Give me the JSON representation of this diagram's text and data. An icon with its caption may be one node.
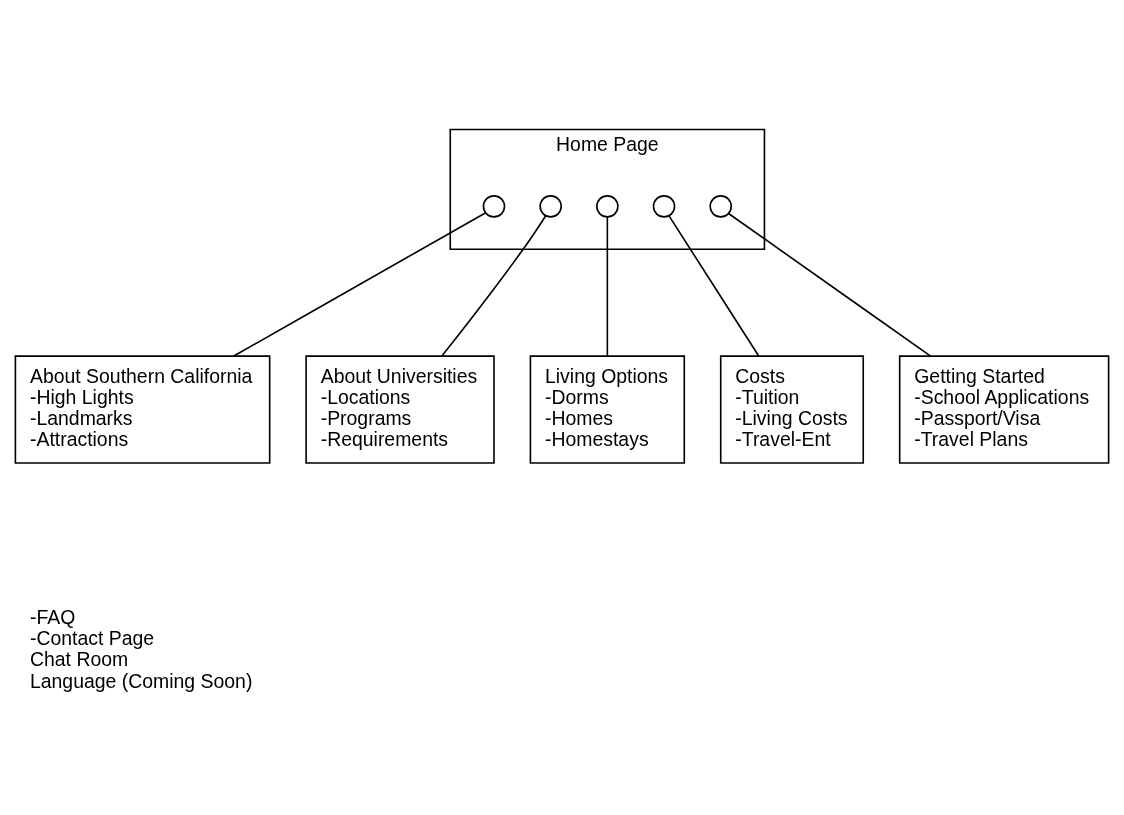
{
  "diagram": {
    "nodes": [
      {
        "text": [
          "Home Page"
        ]
      },
      {
        "text": [],
        "shape": "circle",
        "in": 0
      },
      {
        "text": [],
        "shape": "circle",
        "in": 0
      },
      {
        "text": [],
        "shape": "circle",
        "in": 0
      },
      {
        "text": [],
        "shape": "circle",
        "in": 0
      },
      {
        "text": [],
        "shape": "circle",
        "in": 0
      },
      {
        "text": [
          "About Southern California",
          "-High Lights",
          "-Landmarks",
          "-Attractions"
        ]
      },
      {
        "text": [
          "About Universities",
          "-Locations",
          "-Programs",
          "-Requirements"
        ]
      },
      {
        "text": [
          "Living Options",
          "-Dorms",
          "-Homes",
          "-Homestays"
        ]
      },
      {
        "text": [
          "Costs",
          "-Tuition",
          "-Living Costs",
          "-Travel-Ent"
        ]
      },
      {
        "text": [
          "Getting Started",
          "-School Applications",
          "-Passport/Visa",
          "-Travel Plans"
        ]
      }
    ],
    "edges": [
      {
        "from": 1,
        "to": 6,
        "arrow": "none"
      },
      {
        "from": 2,
        "to": 7,
        "arrow": "none"
      },
      {
        "from": 3,
        "to": 8,
        "arrow": "none"
      },
      {
        "from": 4,
        "to": 9,
        "arrow": "none"
      },
      {
        "from": 5,
        "to": 10,
        "arrow": "none"
      }
    ],
    "labels": [
      "-FAQ",
      "-Contact Page",
      "Chat Room",
      "Language (Coming Soon)"
    ]
  }
}
